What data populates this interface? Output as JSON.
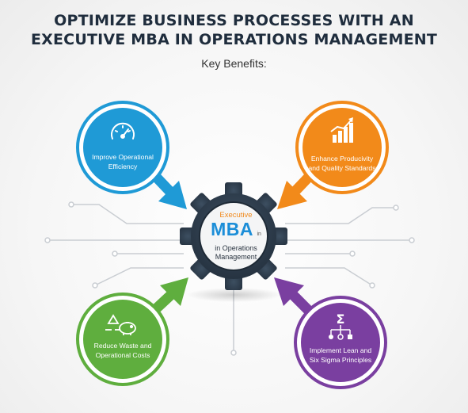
{
  "title_lines": [
    "OPTIMIZE BUSINESS PROCESSES WITH AN",
    "EXECUTIVE MBA IN OPERATIONS MANAGEMENT"
  ],
  "subtitle": "Key Benefits:",
  "hub": {
    "line1": "Executive",
    "line2": "MBA",
    "line2_suffix": "in",
    "line3a": "in Operations",
    "line3b": "Management"
  },
  "benefits": [
    {
      "key": "tl",
      "lines": [
        "Improve Operational",
        "Efficiency"
      ],
      "color": "#1f9ad6",
      "icon": "speedometer-icon"
    },
    {
      "key": "tr",
      "lines": [
        "Enhance Producivity",
        "and Quality Standards"
      ],
      "color": "#f28a1a",
      "icon": "bar-chart-growth-icon"
    },
    {
      "key": "bl",
      "lines": [
        "Reduce Waste and",
        "Operational Costs"
      ],
      "color": "#5fae3e",
      "icon": "recycle-piggybank-icon"
    },
    {
      "key": "br",
      "lines": [
        "Implement Lean and",
        "Six Sigma Principles"
      ],
      "color": "#7a3fa0",
      "icon": "sigma-flowchart-icon"
    }
  ],
  "colors": {
    "gear": "#2f3e4d",
    "line": "#c9cdd2",
    "title": "#1f2d3d"
  }
}
